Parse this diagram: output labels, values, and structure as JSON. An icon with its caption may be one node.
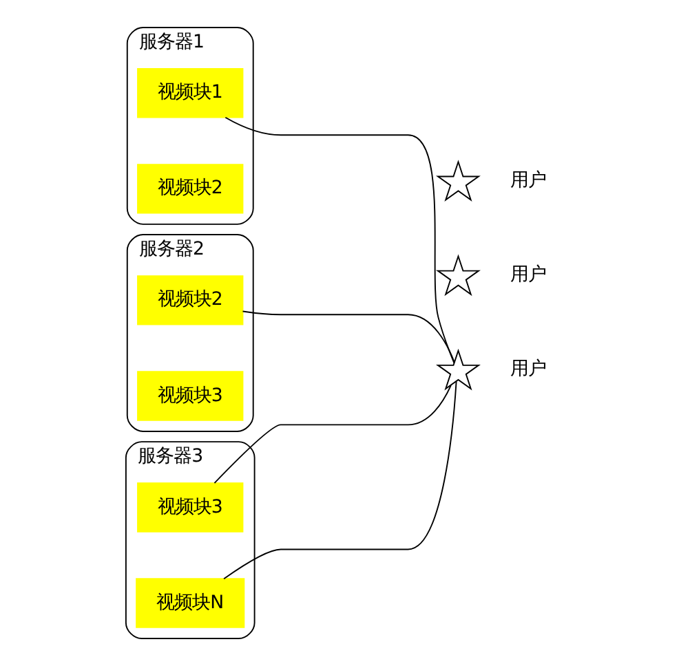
{
  "diagram": {
    "nodes": [
      {
        "text": [
          "服务器1"
        ]
      },
      {
        "text": [
          "视频块1"
        ],
        "in": 0
      },
      {
        "text": [
          "视频块2"
        ],
        "in": 0
      },
      {
        "text": [
          "服务器2"
        ]
      },
      {
        "text": [
          "视频块2"
        ],
        "in": 3
      },
      {
        "text": [
          "视频块3"
        ],
        "in": 3
      },
      {
        "text": [
          "服务器3"
        ]
      },
      {
        "text": [
          "视频块3"
        ],
        "in": 6
      },
      {
        "text": [
          "视频块N"
        ],
        "in": 6
      },
      {
        "text": [],
        "shape": "star",
        "beside": [
          "用户"
        ]
      },
      {
        "text": [],
        "shape": "star",
        "beside": [
          "用户"
        ]
      },
      {
        "text": [],
        "shape": "star",
        "beside": [
          "用户"
        ]
      }
    ],
    "edges": [
      {
        "from": 1,
        "to": 9,
        "arrow": "none"
      },
      {
        "from": 4,
        "to": 9,
        "arrow": "none"
      },
      {
        "from": 7,
        "to": 9,
        "arrow": "none"
      },
      {
        "from": 8,
        "to": 9,
        "arrow": "none"
      }
    ]
  }
}
